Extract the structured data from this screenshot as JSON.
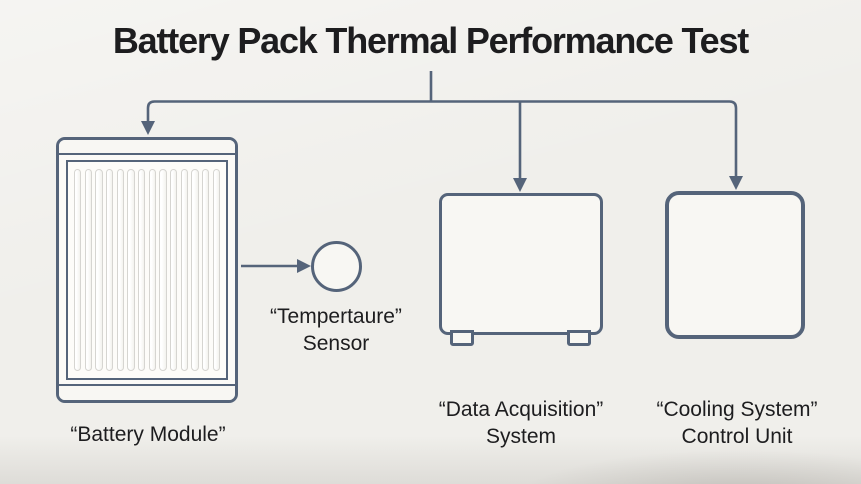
{
  "title": "Battery Pack Thermal Performance Test",
  "diagram": {
    "battery_module": {
      "label": "“Battery Module”"
    },
    "temperature_sensor": {
      "line1": "“Tempertaure”",
      "line2": "Sensor"
    },
    "data_acquisition": {
      "line1": "“Data Acquisition”",
      "line2": "System"
    },
    "cooling_unit": {
      "line1": "“Cooling System”",
      "line2": "Control Unit"
    }
  },
  "theme": {
    "background": "#f0efeb",
    "line_color": "#55647a",
    "text_color": "#1d1d1f",
    "box_fill": "#f8f7f3",
    "fin_stroke": "#d6d5d1",
    "fin_fill": "#f3f2ee"
  }
}
